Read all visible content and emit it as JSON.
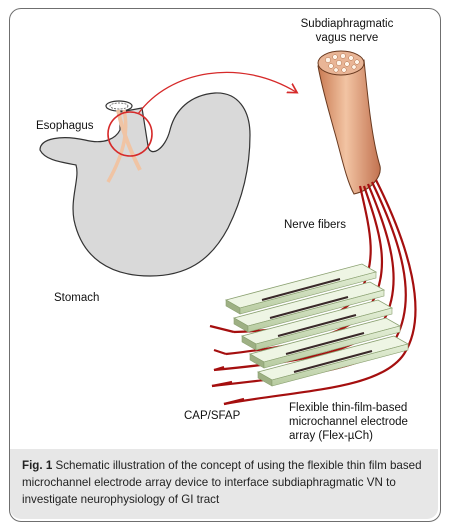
{
  "labels": {
    "subdiaphragmatic_line1": "Subdiaphragmatic",
    "subdiaphragmatic_line2": "vagus nerve",
    "esophagus": "Esophagus",
    "stomach": "Stomach",
    "nerve_fibers": "Nerve fibers",
    "cap_sfap": "CAP/SFAP",
    "flex_line1": "Flexible thin-film-based",
    "flex_line2": "microchannel electrode",
    "flex_line3": "array (Flex-µCh)"
  },
  "caption": {
    "prefix": "Fig. 1",
    "text": " Schematic illustration of the concept of using the flexible thin film based microchannel electrode array device to interface subdiaphragmatic VN to investigate neurophysiology of GI tract"
  },
  "colors": {
    "stomach": "#d9d9d9",
    "nerve": "#e8a981",
    "fiber": "#a50f0f",
    "arrow": "#d62a2a",
    "electrode": "#c8d8b4",
    "caption_bg": "#e7e7e7"
  }
}
